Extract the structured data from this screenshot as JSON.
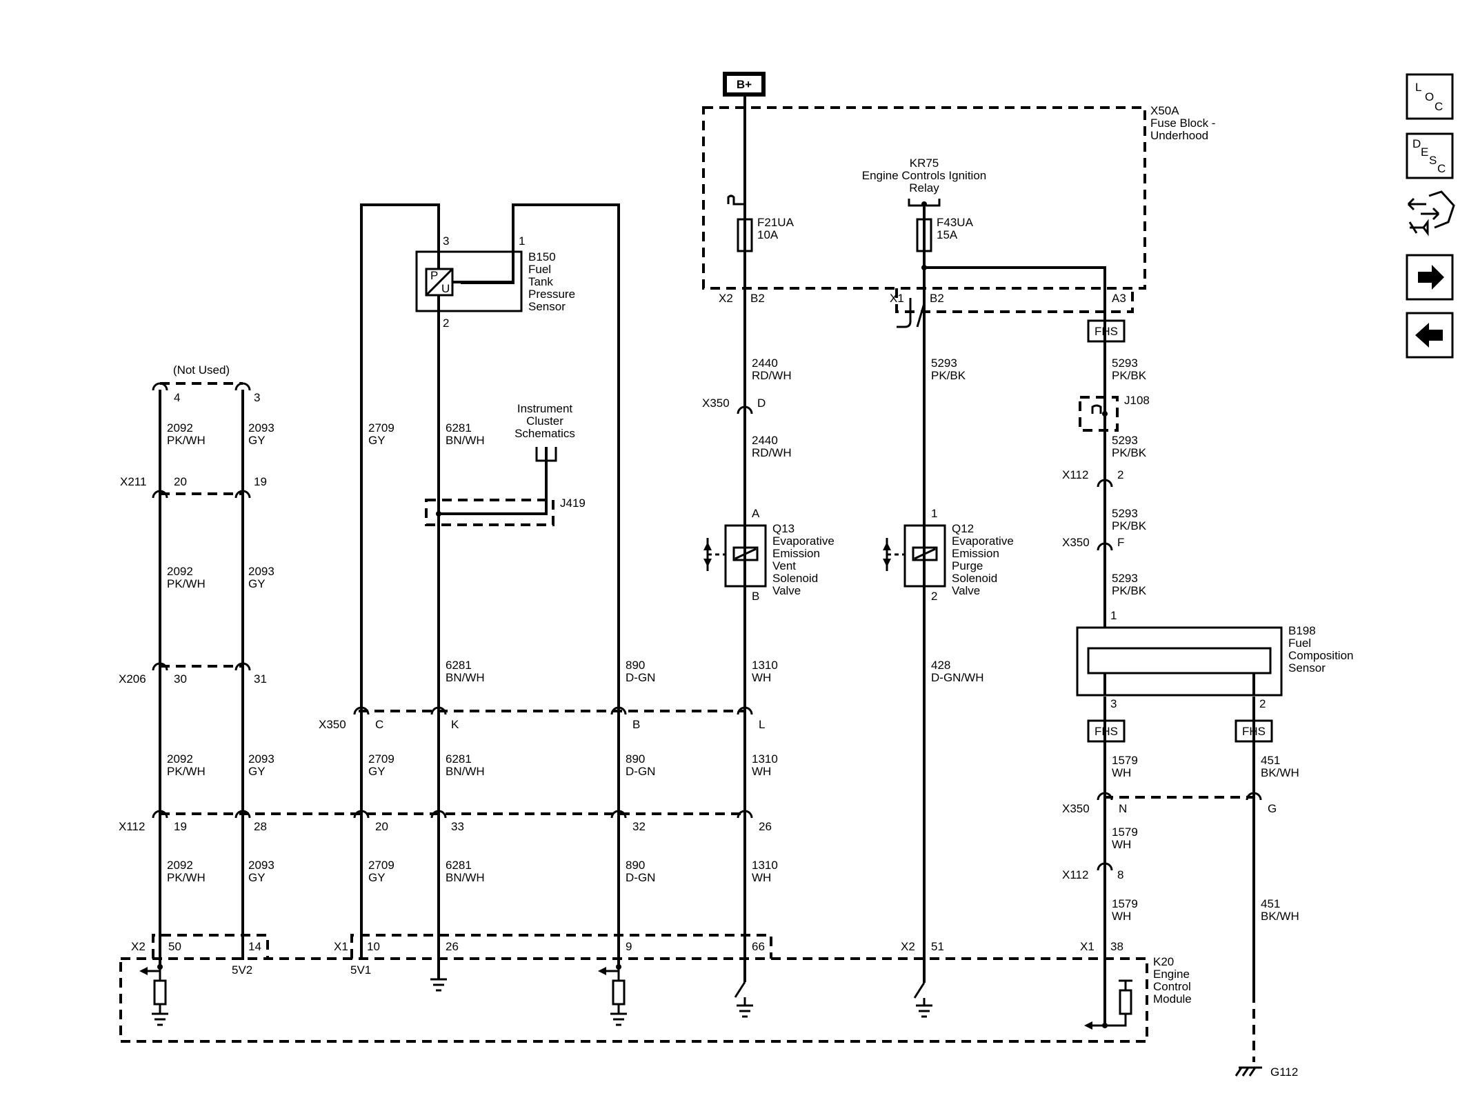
{
  "components": {
    "bplus": "B+",
    "x50a": [
      "X50A",
      "Fuse Block -",
      "Underhood"
    ],
    "kr75": [
      "KR75",
      "Engine Controls Ignition",
      "Relay"
    ],
    "f21ua": [
      "F21UA",
      "10A"
    ],
    "f43ua": [
      "F43UA",
      "15A"
    ],
    "b150": [
      "B150",
      "Fuel",
      "Tank",
      "Pressure",
      "Sensor"
    ],
    "b150_p": "P",
    "b150_u": "U",
    "q13": [
      "Q13",
      "Evaporative",
      "Emission",
      "Vent",
      "Solenoid",
      "Valve"
    ],
    "q12": [
      "Q12",
      "Evaporative",
      "Emission",
      "Purge",
      "Solenoid",
      "Valve"
    ],
    "b198": [
      "B198",
      "Fuel",
      "Composition",
      "Sensor"
    ],
    "k20": [
      "K20",
      "Engine",
      "Control",
      "Module"
    ],
    "instrument_cluster": [
      "Instrument",
      "Cluster",
      "Schematics"
    ],
    "j419": "J419",
    "j108": "J108",
    "g112": "G112",
    "fhs": "FHS",
    "not_used": "(Not Used)",
    "v5v2": "5V2",
    "v5v1": "5V1"
  },
  "connectors": {
    "x2": "X2",
    "x1": "X1",
    "x350": "X350",
    "x211": "X211",
    "x206": "X206",
    "x112": "X112"
  },
  "pins": {
    "n4": "4",
    "n3": "3",
    "n20": "20",
    "n19": "19",
    "n30": "30",
    "n31": "31",
    "n28": "28",
    "n33": "33",
    "n32": "32",
    "n26": "26",
    "n50": "50",
    "n14": "14",
    "n10": "10",
    "n9": "9",
    "n66": "66",
    "n51": "51",
    "n38": "38",
    "n2": "2",
    "n1": "1",
    "n8": "8",
    "a": "A",
    "b": "B",
    "c": "C",
    "d": "D",
    "f": "F",
    "g": "G",
    "k": "K",
    "l": "L",
    "n": "N",
    "a3": "A3",
    "b2": "B2"
  },
  "wires": {
    "c2092": "2092",
    "c2093": "2093",
    "c2709": "2709",
    "c6281": "6281",
    "c890": "890",
    "c2440": "2440",
    "c1310": "1310",
    "c5293": "5293",
    "c428": "428",
    "c1579": "1579",
    "c451": "451",
    "pkwh": "PK/WH",
    "gy": "GY",
    "bnwh": "BN/WH",
    "dgn": "D-GN",
    "rdwh": "RD/WH",
    "wh": "WH",
    "pkbk": "PK/BK",
    "dgnwh": "D-GN/WH",
    "bkwh": "BK/WH"
  },
  "nav": {
    "loc": [
      "L",
      "O",
      "C"
    ],
    "desc": [
      "D",
      "E",
      "S",
      "C"
    ]
  }
}
